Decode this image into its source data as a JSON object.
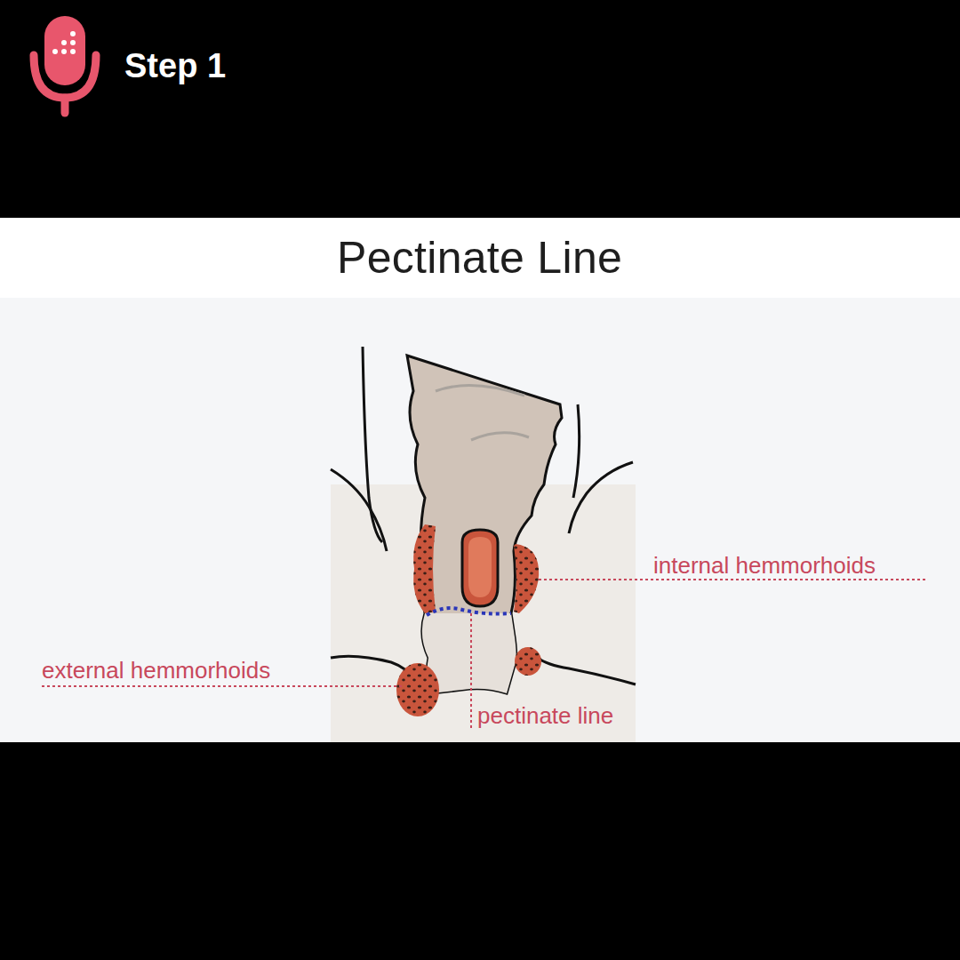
{
  "diagram": {
    "title": "Pectinate Line",
    "labels": [
      "Step 1",
      "internal hemmorhoids",
      "external hemmorhoids",
      "pectinate line"
    ]
  }
}
